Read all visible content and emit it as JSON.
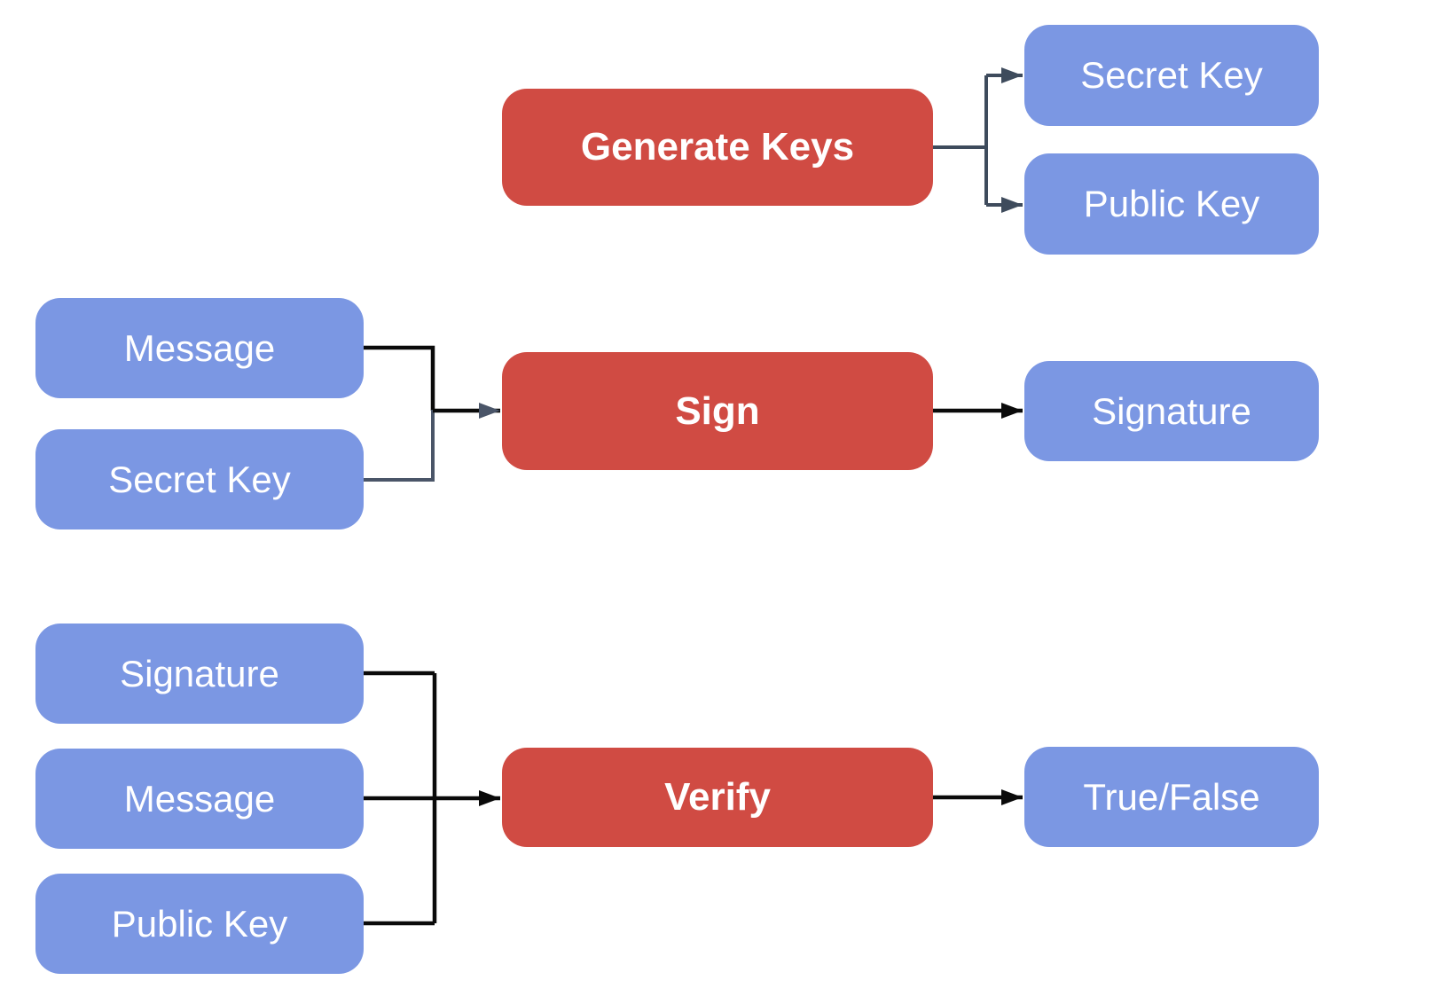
{
  "colors": {
    "process_fill": "#D04B43",
    "io_fill": "#7B97E3",
    "label_text": "#FFFFFF",
    "wire_dark": "#0A0A0A",
    "wire_slate": "#4A5568",
    "wire_tree": "#3E4B5C"
  },
  "nodes": {
    "generate_keys": {
      "label": "Generate Keys",
      "type": "process"
    },
    "secret_key_top": {
      "label": "Secret Key",
      "type": "io"
    },
    "public_key_top": {
      "label": "Public Key",
      "type": "io"
    },
    "message_sign": {
      "label": "Message",
      "type": "io"
    },
    "secret_key_sign": {
      "label": "Secret Key",
      "type": "io"
    },
    "sign": {
      "label": "Sign",
      "type": "process"
    },
    "signature_out": {
      "label": "Signature",
      "type": "io"
    },
    "signature_verify": {
      "label": "Signature",
      "type": "io"
    },
    "message_verify": {
      "label": "Message",
      "type": "io"
    },
    "public_key_verify": {
      "label": "Public Key",
      "type": "io"
    },
    "verify": {
      "label": "Verify",
      "type": "process"
    },
    "true_false": {
      "label": "True/False",
      "type": "io"
    }
  },
  "edges": [
    {
      "from": "generate_keys",
      "to": "secret_key_top"
    },
    {
      "from": "generate_keys",
      "to": "public_key_top"
    },
    {
      "from": "message_sign",
      "to": "sign"
    },
    {
      "from": "secret_key_sign",
      "to": "sign"
    },
    {
      "from": "sign",
      "to": "signature_out"
    },
    {
      "from": "signature_verify",
      "to": "verify"
    },
    {
      "from": "message_verify",
      "to": "verify"
    },
    {
      "from": "public_key_verify",
      "to": "verify"
    },
    {
      "from": "verify",
      "to": "true_false"
    }
  ]
}
